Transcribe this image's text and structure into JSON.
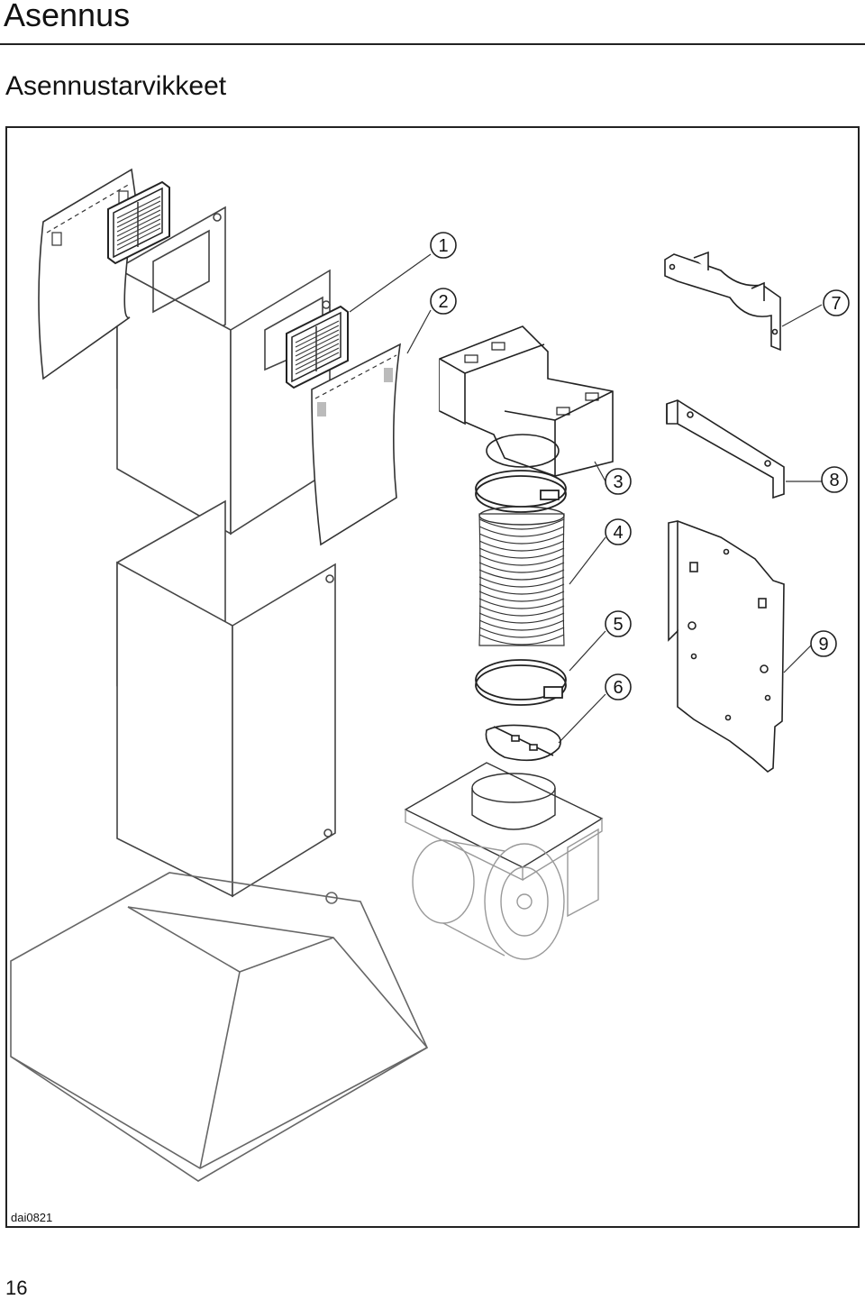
{
  "header": {
    "title": "Asennus",
    "subtitle": "Asennustarvikkeet"
  },
  "figure": {
    "callouts": [
      "1",
      "2",
      "3",
      "4",
      "5",
      "6",
      "7",
      "8",
      "9"
    ],
    "drawing_code": "dai0821"
  },
  "footer": {
    "page_number": "16"
  }
}
